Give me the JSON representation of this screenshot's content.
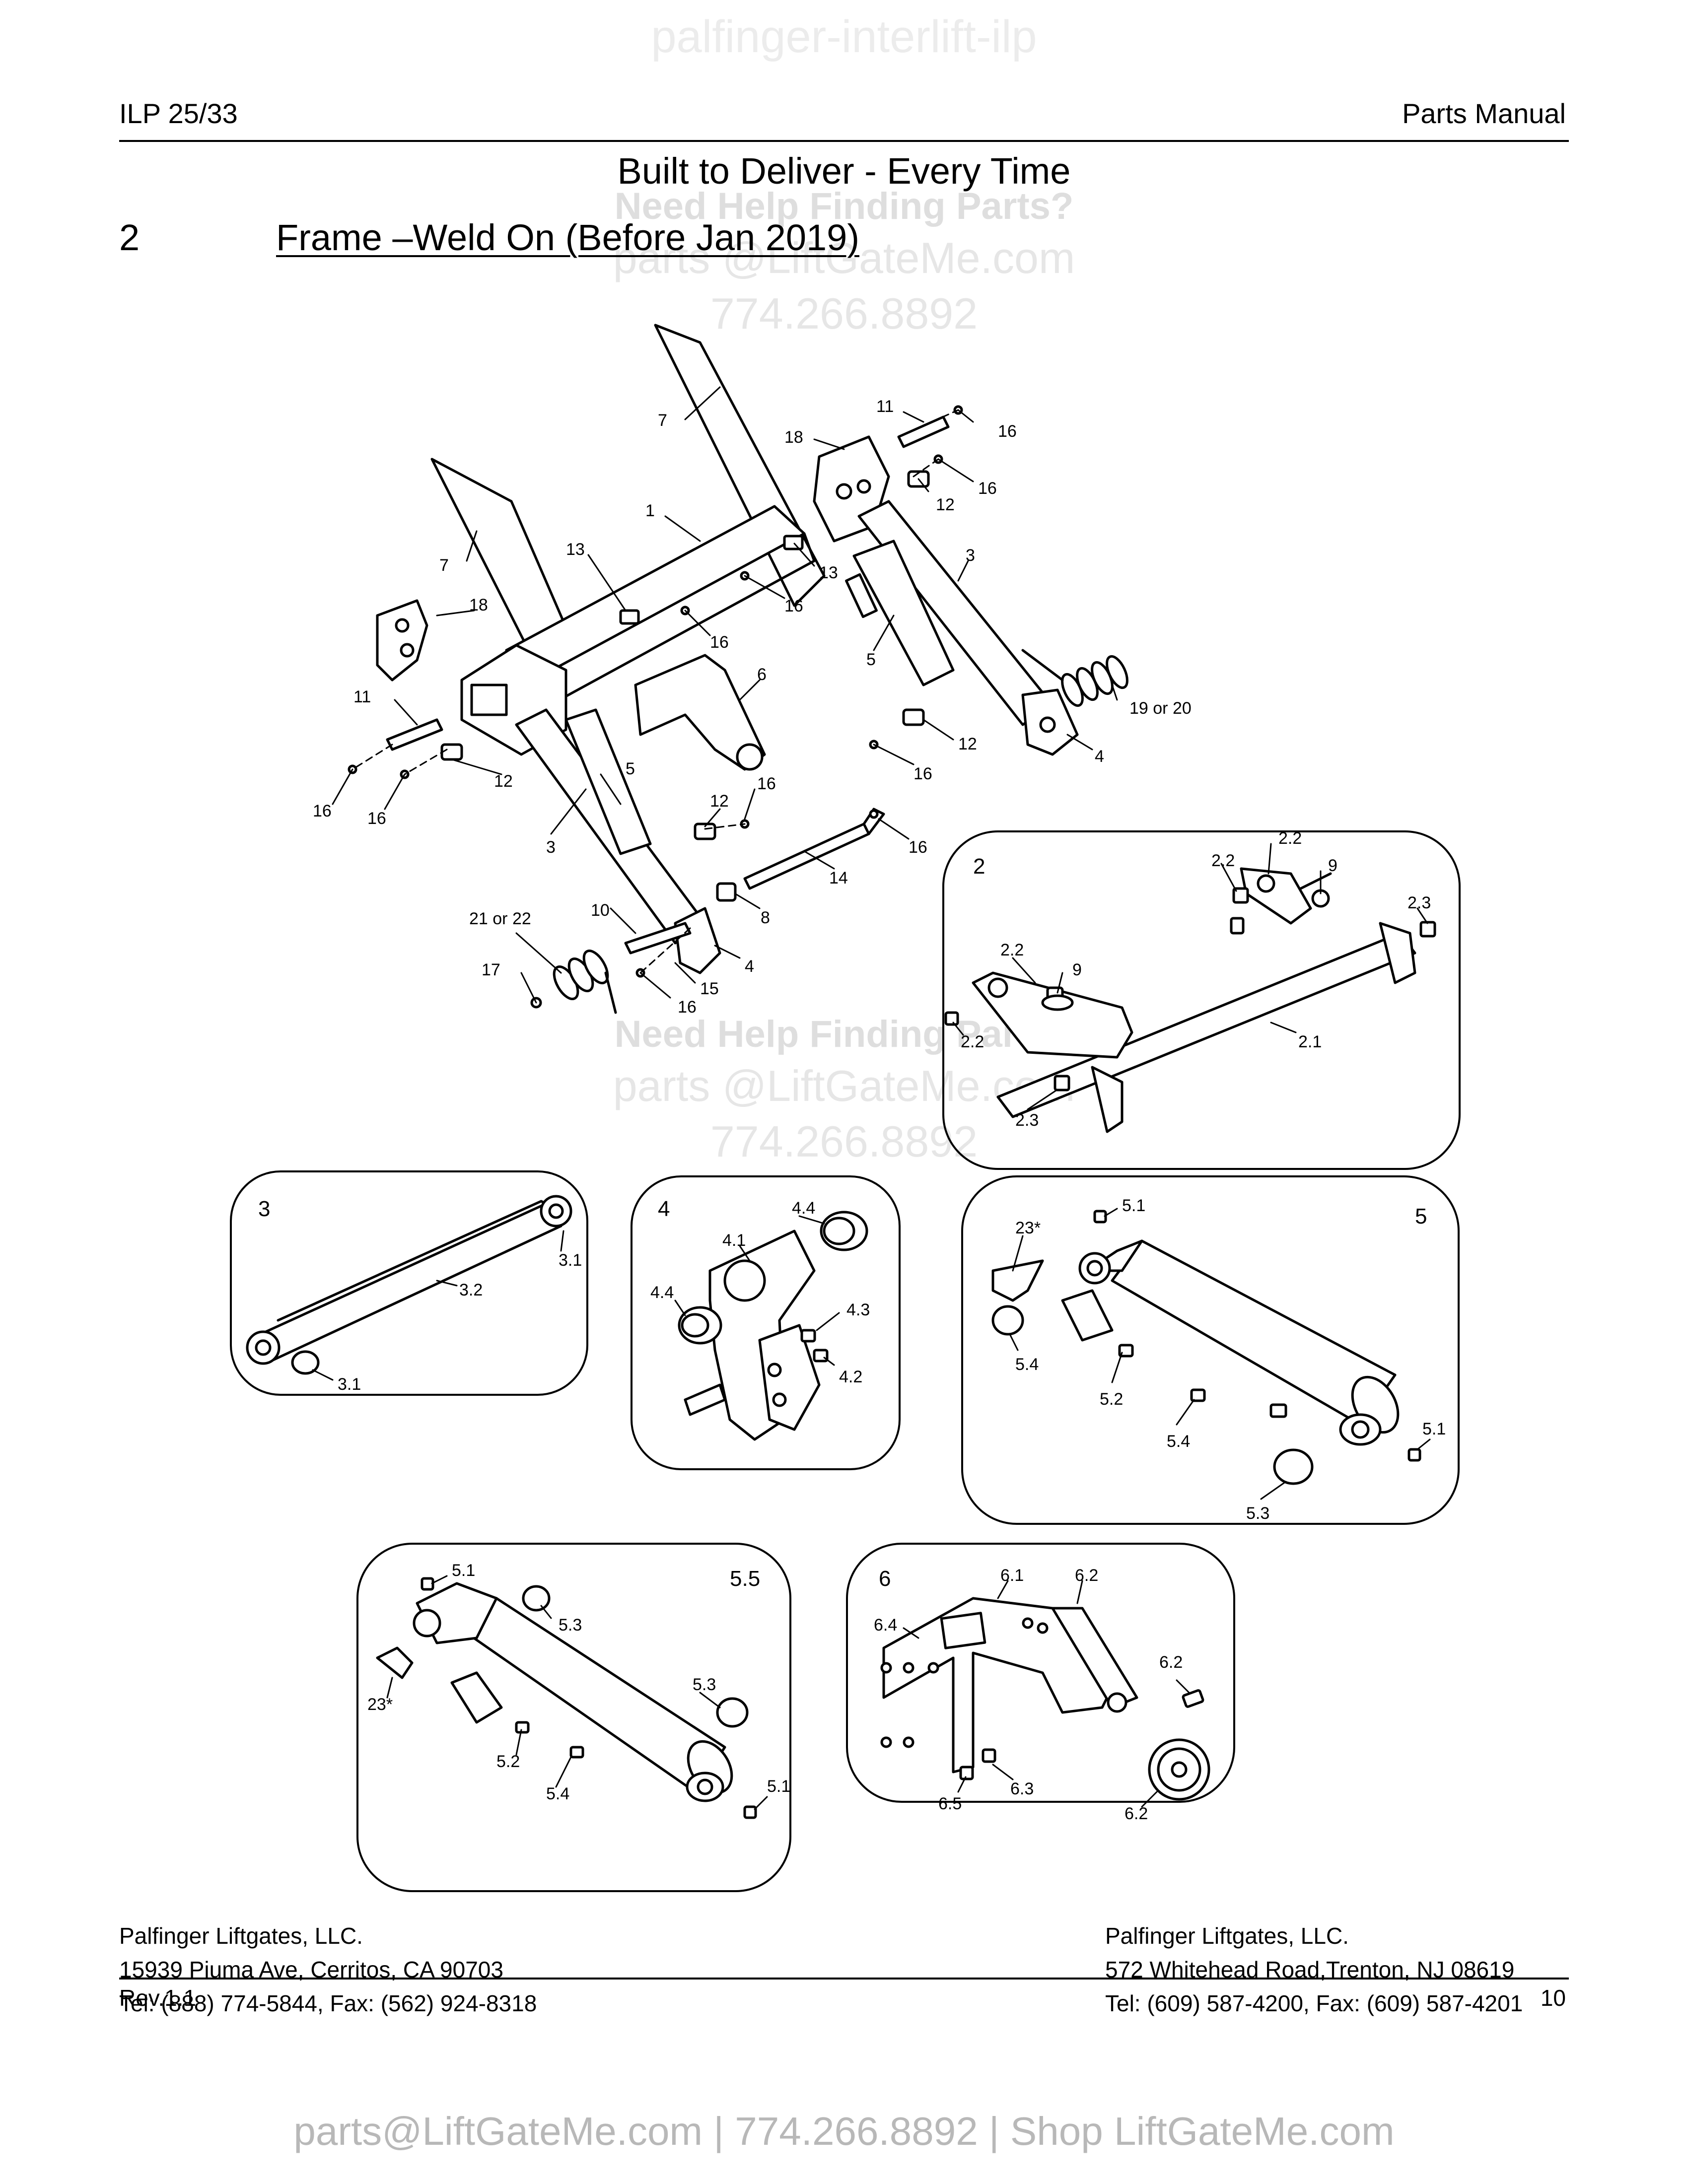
{
  "watermark_top": "palfinger-interlift-ilp",
  "header": {
    "model": "ILP 25/33",
    "doc_type": "Parts Manual"
  },
  "tagline": "Built to Deliver - Every Time",
  "section": {
    "number": "2",
    "title": "Frame –Weld On (Before Jan 2019)"
  },
  "watermark": {
    "help": "Need Help Finding Parts?",
    "email": "parts @LiftGateMe.com",
    "phone": "774.266.8892"
  },
  "main_callouts": [
    "7",
    "7",
    "11",
    "16",
    "18",
    "16",
    "12",
    "1",
    "13",
    "13",
    "16",
    "3",
    "18",
    "16",
    "6",
    "5",
    "19 or 20",
    "11",
    "12",
    "4",
    "5",
    "16",
    "12",
    "16",
    "16",
    "16",
    "12",
    "16",
    "3",
    "14",
    "8",
    "21 or 22",
    "10",
    "4",
    "17",
    "15",
    "16"
  ],
  "detail_2": {
    "number": "2",
    "callouts": [
      "2.2",
      "2.2",
      "9",
      "2.3",
      "2.2",
      "9",
      "2.2",
      "2.1",
      "2.3"
    ]
  },
  "detail_3": {
    "number": "3",
    "callouts": [
      "3.1",
      "3.2",
      "3.1"
    ]
  },
  "detail_4": {
    "number": "4",
    "callouts": [
      "4.4",
      "4.1",
      "4.4",
      "4.3",
      "4.2"
    ]
  },
  "detail_5": {
    "number": "5",
    "callouts": [
      "5.1",
      "23*",
      "5.4",
      "5.2",
      "5.4",
      "5.1",
      "5.3"
    ]
  },
  "detail_55": {
    "number": "5.5",
    "callouts": [
      "5.1",
      "5.3",
      "23*",
      "5.3",
      "5.2",
      "5.4",
      "5.1"
    ]
  },
  "detail_6": {
    "number": "6",
    "callouts": [
      "6.1",
      "6.2",
      "6.4",
      "6.2",
      "6.5",
      "6.3",
      "6.2"
    ]
  },
  "footer": {
    "left": {
      "company": "Palfinger Liftgates, LLC.",
      "address": "15939 Piuma Ave, Cerritos, CA 90703",
      "phone": "Tel: (888) 774-5844, Fax: (562) 924-8318"
    },
    "right": {
      "company": "Palfinger Liftgates, LLC.",
      "address": "572 Whitehead Road,Trenton, NJ 08619",
      "phone": "Tel: (609) 587-4200, Fax: (609) 587-4201"
    },
    "revision": "Rev.1.1",
    "page": "10"
  },
  "contact_line": "parts@LiftGateMe.com | 774.266.8892 | Shop LiftGateMe.com"
}
